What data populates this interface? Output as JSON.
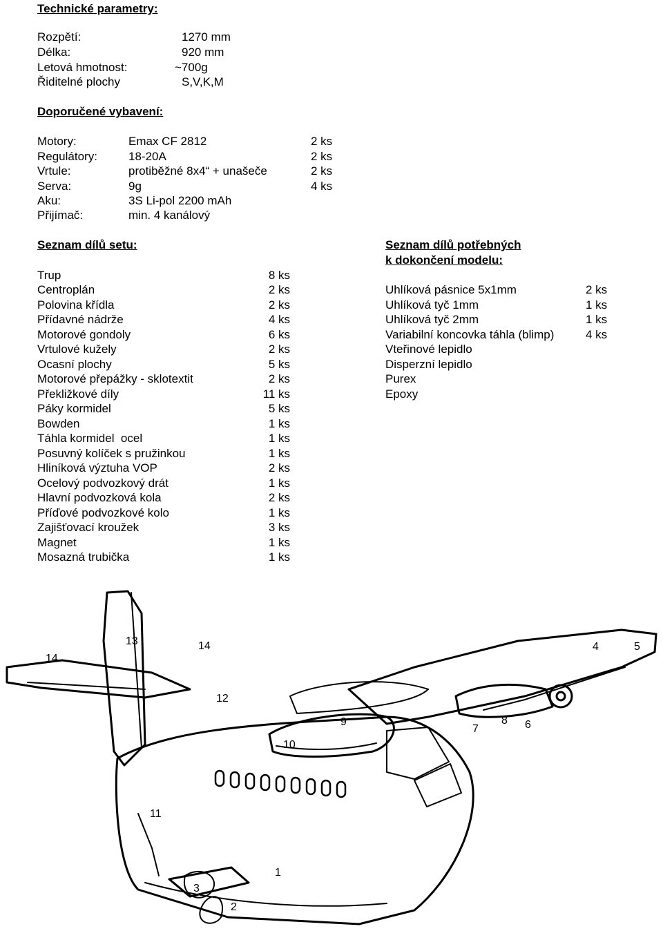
{
  "tech": {
    "heading": "Technické parametry:",
    "rows": [
      {
        "label": "Rozpětí:",
        "value": "1270 mm"
      },
      {
        "label": "Délka:",
        "value": "920 mm"
      },
      {
        "label": "Letová hmotnost:",
        "value": "~700g"
      },
      {
        "label": "Řiditelné plochy",
        "value": "S,V,K,M"
      }
    ]
  },
  "equipment": {
    "heading": "Doporučené vybavení:",
    "rows": [
      {
        "label": "Motory:",
        "value": "Emax CF 2812",
        "qty": "2 ks"
      },
      {
        "label": "Regulátory:",
        "value": "18-20A",
        "qty": "2 ks"
      },
      {
        "label": "Vrtule:",
        "value": "protiběžné 8x4“ + unašeče",
        "qty": "2 ks"
      },
      {
        "label": "Serva:",
        "value": "9g",
        "qty": "4 ks"
      },
      {
        "label": "Aku:",
        "value": "3S Li-pol 2200 mAh",
        "qty": ""
      },
      {
        "label": "Přijímač:",
        "value": "min. 4 kanálový",
        "qty": ""
      }
    ]
  },
  "set_parts": {
    "heading": "Seznam dílů setu:",
    "rows": [
      {
        "name": "Trup",
        "qty": "8 ks"
      },
      {
        "name": "Centroplán",
        "qty": "2 ks"
      },
      {
        "name": "Polovina křídla",
        "qty": "2 ks"
      },
      {
        "name": "Přídavné nádrže",
        "qty": "4 ks"
      },
      {
        "name": "Motorové gondoly",
        "qty": "6 ks"
      },
      {
        "name": "Vrtulové kužely",
        "qty": "2 ks"
      },
      {
        "name": "Ocasní plochy",
        "qty": "5 ks"
      },
      {
        "name": "Motorové přepážky - sklotextit",
        "qty": "2 ks"
      },
      {
        "name": "Překližkové díly",
        "qty": "11 ks"
      },
      {
        "name": "Páky kormidel",
        "qty": "5 ks"
      },
      {
        "name": "Bowden",
        "qty": "1 ks"
      },
      {
        "name": "Táhla kormidel  ocel",
        "qty": "1 ks"
      },
      {
        "name": "Posuvný kolíček s pružinkou",
        "qty": "1 ks"
      },
      {
        "name": "Hliníková výztuha VOP",
        "qty": "2 ks"
      },
      {
        "name": "Ocelový podvozkový drát",
        "qty": "1 ks"
      },
      {
        "name": "Hlavní podvozková kola",
        "qty": "2 ks"
      },
      {
        "name": "Příďové podvozkové kolo",
        "qty": "1 ks"
      },
      {
        "name": "Zajišťovací kroužek",
        "qty": "3 ks"
      },
      {
        "name": "Magnet",
        "qty": "1 ks"
      },
      {
        "name": "Mosazná trubička",
        "qty": "1 ks"
      }
    ]
  },
  "needed_parts": {
    "heading_line1": "Seznam dílů potřebných",
    "heading_line2": "k dokončení modelu:",
    "rows": [
      {
        "name": "Uhlíková pásnice 5x1mm",
        "qty": "2 ks"
      },
      {
        "name": "Uhlíková tyč 1mm",
        "qty": "1 ks"
      },
      {
        "name": "Uhlíková tyč 2mm",
        "qty": "1 ks"
      },
      {
        "name": "Variabilní koncovka táhla (blimp)",
        "qty": "4 ks"
      },
      {
        "name": "Vteřinové lepidlo",
        "qty": ""
      },
      {
        "name": "Disperzní lepidlo",
        "qty": ""
      },
      {
        "name": "Purex",
        "qty": ""
      },
      {
        "name": "Epoxy",
        "qty": ""
      }
    ]
  },
  "drawing": {
    "labels": [
      "14",
      "13",
      "14",
      "12",
      "10",
      "9",
      "7",
      "8",
      "6",
      "4",
      "5",
      "11",
      "1",
      "3",
      "2"
    ]
  }
}
